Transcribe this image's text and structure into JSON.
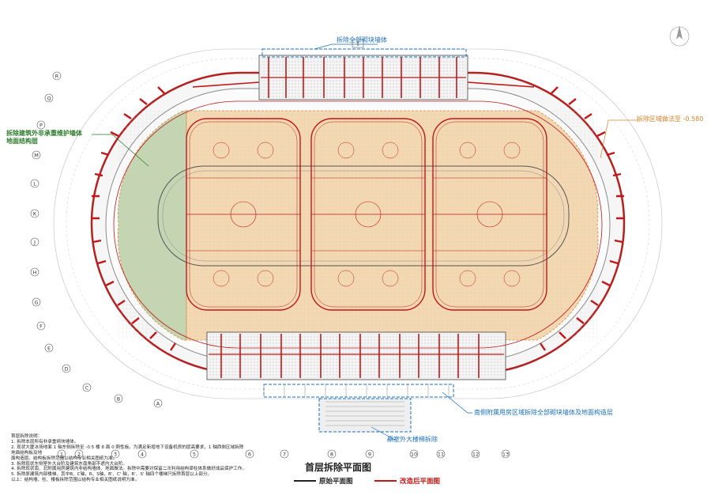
{
  "drawing": {
    "title": "首层拆除平面图",
    "section_marker": "I",
    "legend": {
      "original_label": "原始平面图",
      "modified_label": "改造后平面图",
      "original_color": "#222222",
      "modified_color": "#c01818"
    },
    "annotations": {
      "top_blue": "拆除全部砌块墙体",
      "left_green_line1": "拆除建筑外非承重维护墙体",
      "left_green_line2": "地面结构层",
      "right_orange": "拆除区域做法至 -0.580",
      "bottom_blue_1": "南侧附属用房区域拆除全部砌块墙体及地面构造层",
      "bottom_blue_2": "原室外大楼梯拆除"
    },
    "axis_labels_letters": [
      "R",
      "Q",
      "P",
      "M",
      "L",
      "K",
      "J",
      "H",
      "G",
      "F",
      "E",
      "D",
      "C",
      "B",
      "A"
    ],
    "axis_labels_numbers": [
      "1",
      "2",
      "3",
      "4",
      "5",
      "6",
      "7",
      "8",
      "9",
      "10",
      "11",
      "12",
      "13"
    ],
    "notes": [
      "首层拆除说明：",
      "1. 拆除本层所有非承重砌块墙体。",
      "2. 现状大厦冰场地面 1 轴东侧拆除至 -0.5 楼 8 面 0 刚性板。为满足新增地下设备机房的层高要求，1 轴西侧区域拆除",
      "   地面结构板及地",
      "   面构造层。结构板拆除范围以结构专业相关图纸为准。",
      "3. 拆除现状东侧室外大台阶及建筑东南角部不遮内大台阶。",
      "4. 拆除现状南、北附属用房建筑内非结构墙体、地面做法。拆除中需要对保留二次利用结构梁柱体系做好成品保护工作。",
      "5. 拆除原建筑内部楼梯，其中B、C轴，R、S轴，B'、C' 轴，R'、S' 轴四个楼梯只拆除首层以上部分。",
      "   以上：结构墙、柱、楼板拆除范围以结构专业相关图纸说明为准。"
    ],
    "colors": {
      "demolition_red": "#c01818",
      "annotation_blue": "#1a6fb8",
      "hatch_green": "#b9cfa3",
      "hatch_orange": "#f0cc98",
      "callout_green": "#2a7a2a",
      "callout_orange": "#d9822b"
    }
  }
}
